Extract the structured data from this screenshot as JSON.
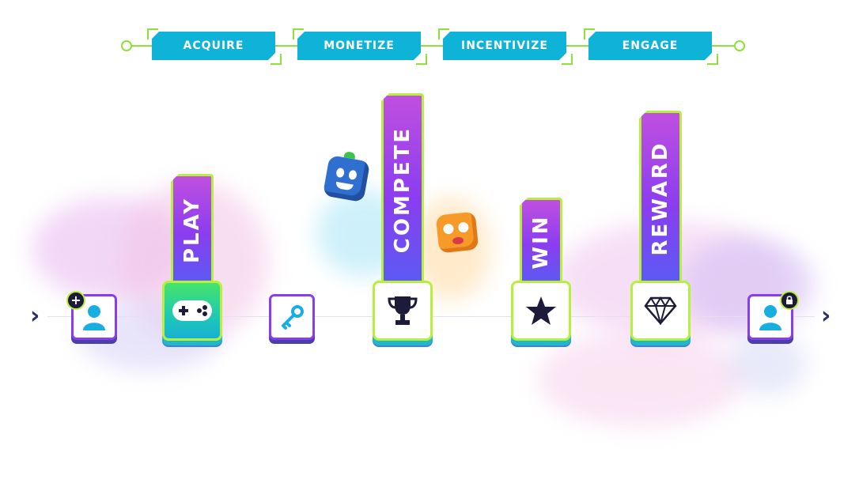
{
  "stages": [
    "ACQUIRE",
    "MONETIZE",
    "INCENTIVIZE",
    "ENGAGE"
  ],
  "steps": [
    {
      "label": "PLAY",
      "icon": "gamepad-icon"
    },
    {
      "label": "COMPETE",
      "icon": "trophy-icon"
    },
    {
      "label": "WIN",
      "icon": "star-icon"
    },
    {
      "label": "REWARD",
      "icon": "diamond-icon"
    }
  ],
  "nodes": {
    "left_user": "add-user-icon",
    "key": "key-icon",
    "right_user": "locked-user-icon"
  },
  "colors": {
    "stage_blue": "#0fb3d8",
    "accent_green": "#b6f03c",
    "tab_purple": "#8a3df0",
    "icon_dark": "#1d1b3a"
  }
}
